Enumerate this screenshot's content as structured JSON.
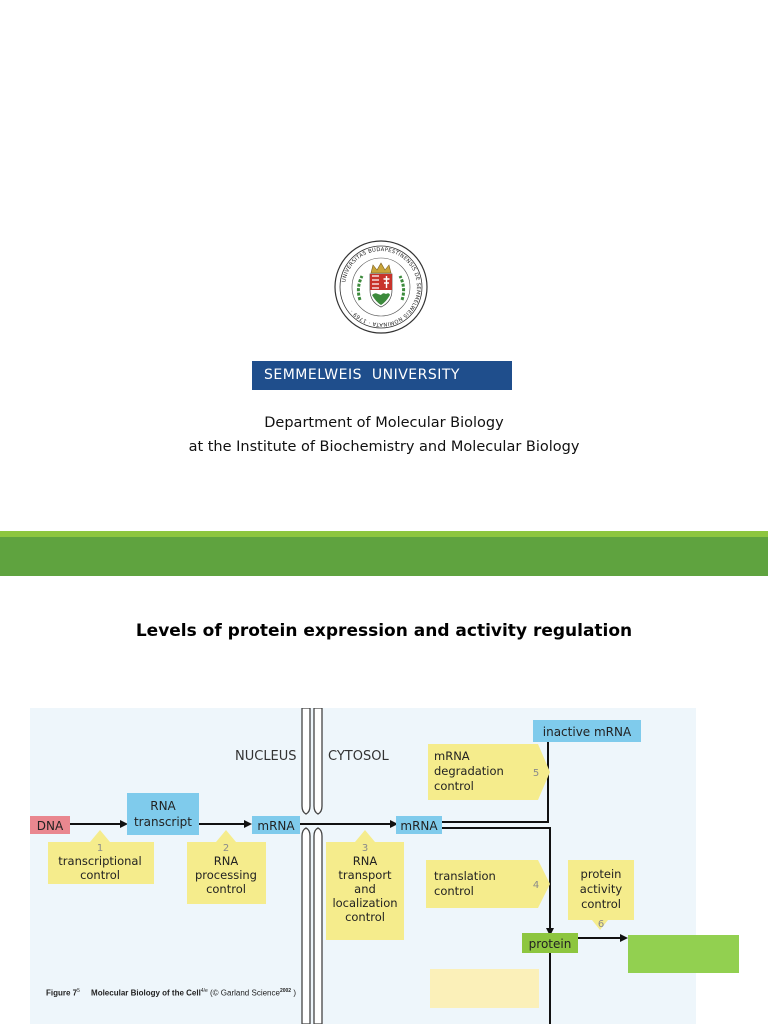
{
  "header": {
    "seal": {
      "text": "UNIVERSITAS BUDAPESTINENSIS DE SEMMELWEIS NOMINATA · 1769 ·",
      "colors": {
        "crest_red": "#c8332b",
        "crest_green": "#3c8a3c",
        "crest_gold": "#c9a43a"
      }
    },
    "university_name": "SEMMELWEIS  UNIVERSITY",
    "department_line1": "Department of Molecular Biology",
    "department_line2": "at the Institute of Biochemistry and Molecular Biology"
  },
  "colors": {
    "university_bar": "#1f4e8c",
    "green_band": "#5fa33f",
    "green_thin": "#8dc63f",
    "diagram_bg": "#eef6fb",
    "node_blue": "#7fcbec",
    "node_pink": "#e9878f",
    "node_green": "#8dc63f",
    "callout_yellow": "#f5ec8c",
    "accent_box_green": "#92d050",
    "accent_box_yellow": "#fbf0b9"
  },
  "slide": {
    "title": "Levels of protein expression and activity regulation"
  },
  "diagram": {
    "compartments": {
      "nucleus": "NUCLEUS",
      "cytosol": "CYTOSOL"
    },
    "nodes": {
      "dna": "DNA",
      "rna_transcript": [
        "RNA",
        "transcript"
      ],
      "mrna_nucleus": "mRNA",
      "mrna_cytosol": "mRNA",
      "inactive_mrna": "inactive mRNA",
      "protein": "protein"
    },
    "controls": [
      {
        "number": "1",
        "lines": [
          "transcriptional",
          "control"
        ]
      },
      {
        "number": "2",
        "lines": [
          "RNA",
          "processing",
          "control"
        ]
      },
      {
        "number": "3",
        "lines": [
          "RNA",
          "transport",
          "and",
          "localization",
          "control"
        ]
      },
      {
        "number": "4",
        "lines": [
          "translation",
          "control"
        ]
      },
      {
        "number": "5",
        "lines": [
          "mRNA",
          "degradation",
          "control"
        ]
      },
      {
        "number": "6",
        "lines": [
          "protein",
          "activity",
          "control"
        ]
      }
    ],
    "caption": {
      "figure": "Figure 7",
      "figure_sup": "5",
      "book": "Molecular Biology of the Cell",
      "edition_sup": "4/e",
      "publisher": "(© Garland Science",
      "year_sup": "2002",
      "close": ")"
    }
  }
}
